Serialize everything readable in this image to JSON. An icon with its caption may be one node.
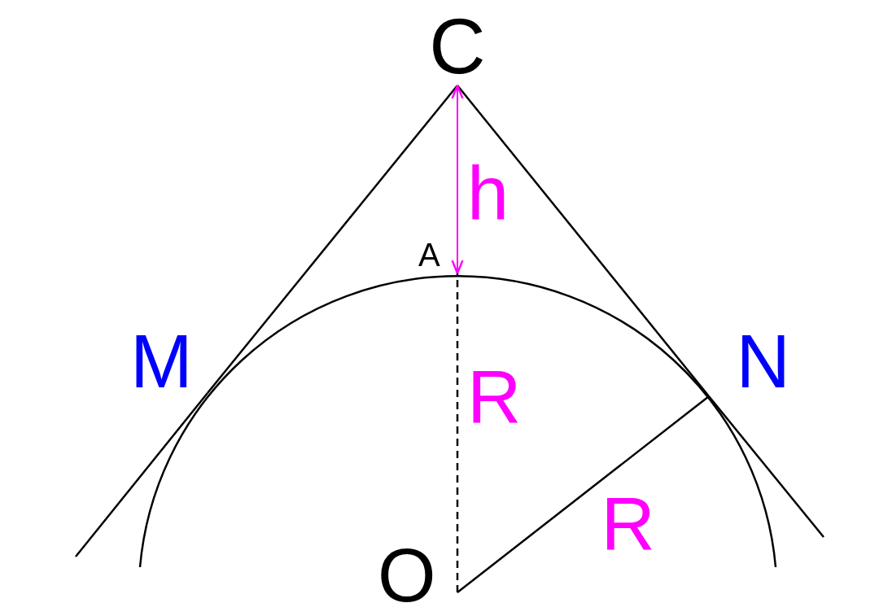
{
  "diagram": {
    "nodes": [
      {
        "text": [
          "C"
        ]
      },
      {
        "text": [
          "A"
        ]
      },
      {
        "text": [
          "O"
        ]
      },
      {
        "text": [
          "N"
        ]
      },
      {
        "text": [
          "M"
        ]
      }
    ],
    "edges": [
      {
        "from": 0,
        "to": 4,
        "arrow": "none"
      },
      {
        "from": 0,
        "to": 3,
        "arrow": "none"
      },
      {
        "from": 2,
        "to": 1,
        "arrow": "none",
        "style": "dashed",
        "label": "R"
      },
      {
        "from": 2,
        "to": 3,
        "arrow": "none",
        "label": "R"
      },
      {
        "from": 0,
        "to": 1,
        "arrow": "both",
        "color": "#ff00ff",
        "label": "h"
      }
    ]
  }
}
